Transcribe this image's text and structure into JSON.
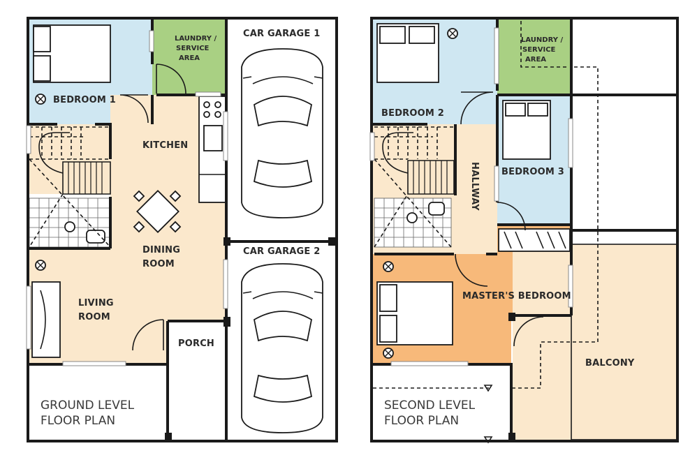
{
  "colors": {
    "bedroom": "#cfe7f2",
    "laundry": "#a9d083",
    "living": "#fbe8cc",
    "master": "#f7b97a",
    "balcony": "#fbe8cc",
    "wall": "#1a1a1a"
  },
  "ground": {
    "title_line1": "GROUND LEVEL",
    "title_line2": "FLOOR PLAN",
    "bedroom": "BEDROOM 1",
    "laundry_line1": "LAUNDRY /",
    "laundry_line2": "SERVICE",
    "laundry_line3": "AREA",
    "kitchen": "KITCHEN",
    "dining_line1": "DINING",
    "dining_line2": "ROOM",
    "living_line1": "LIVING",
    "living_line2": "ROOM",
    "porch": "PORCH",
    "garage1": "CAR GARAGE 1",
    "garage2": "CAR GARAGE 2"
  },
  "second": {
    "title_line1": "SECOND LEVEL",
    "title_line2": "FLOOR PLAN",
    "bedroom2": "BEDROOM 2",
    "bedroom3": "BEDROOM 3",
    "laundry_line1": "LAUNDRY /",
    "laundry_line2": "SERVICE",
    "laundry_line3": "AREA",
    "hallway": "HALLWAY",
    "master": "MASTER'S BEDROOM",
    "balcony": "BALCONY"
  }
}
